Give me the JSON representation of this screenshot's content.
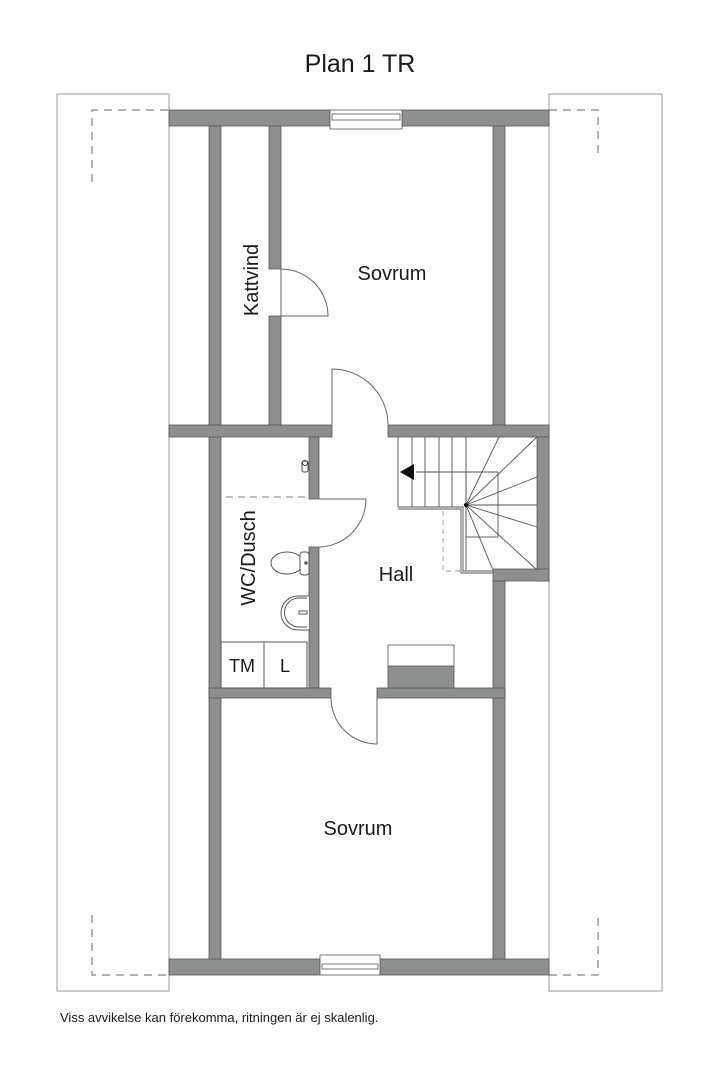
{
  "title": "Plan 1 TR",
  "disclaimer": "Viss avvikelse kan förekomma, ritningen är ej skalenlig.",
  "colors": {
    "wall": "#8e9090",
    "wall_stroke": "#555555",
    "line": "#6b6b6b",
    "dashed": "#999999",
    "text": "#1a1a1a",
    "background": "#ffffff"
  },
  "rooms": {
    "top_bedroom": "Sovrum",
    "attic": "Kattvind",
    "bathroom": "WC/Dusch",
    "hall": "Hall",
    "bottom_bedroom": "Sovrum",
    "washer": "TM",
    "closet": "L"
  },
  "icons": {
    "stair_arrow": "arrow-left-icon",
    "toilet": "toilet-icon",
    "sink": "sink-icon",
    "shower": "shower-icon"
  }
}
